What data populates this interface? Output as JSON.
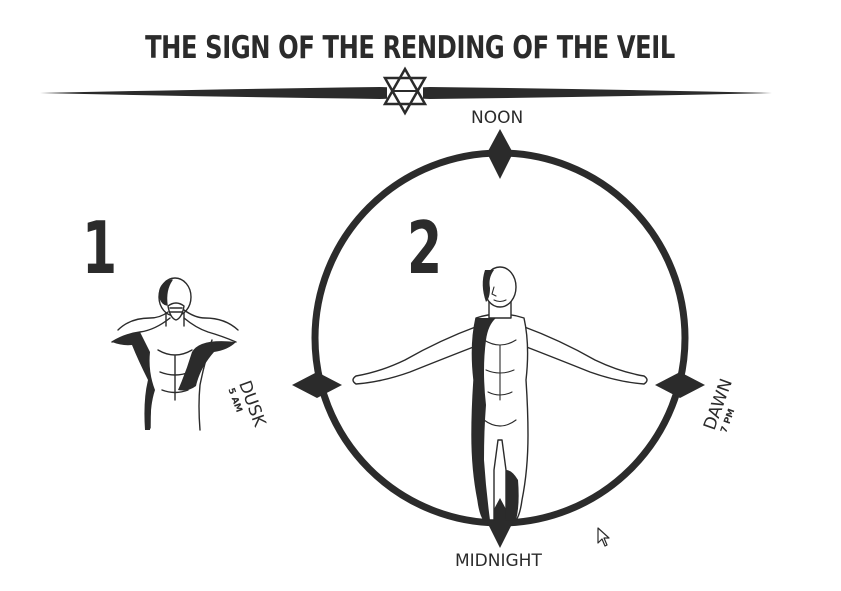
{
  "title": "THE SIGN OF THE RENDING OF THE VEIL",
  "steps": {
    "one": "1",
    "two": "2"
  },
  "positions": {
    "noon": "NOON",
    "midnight": "MIDNIGHT",
    "dusk": {
      "label": "DUSK",
      "time": "5 AM"
    },
    "dawn": {
      "label": "DAWN",
      "time": "7 PM"
    }
  },
  "colors": {
    "ink": "#2b2b2b",
    "background": "#ffffff"
  },
  "icons": {
    "title_emblem": "hexagram-icon",
    "cardinal_markers": "diamond-icon",
    "pointer": "mouse-cursor-icon"
  }
}
